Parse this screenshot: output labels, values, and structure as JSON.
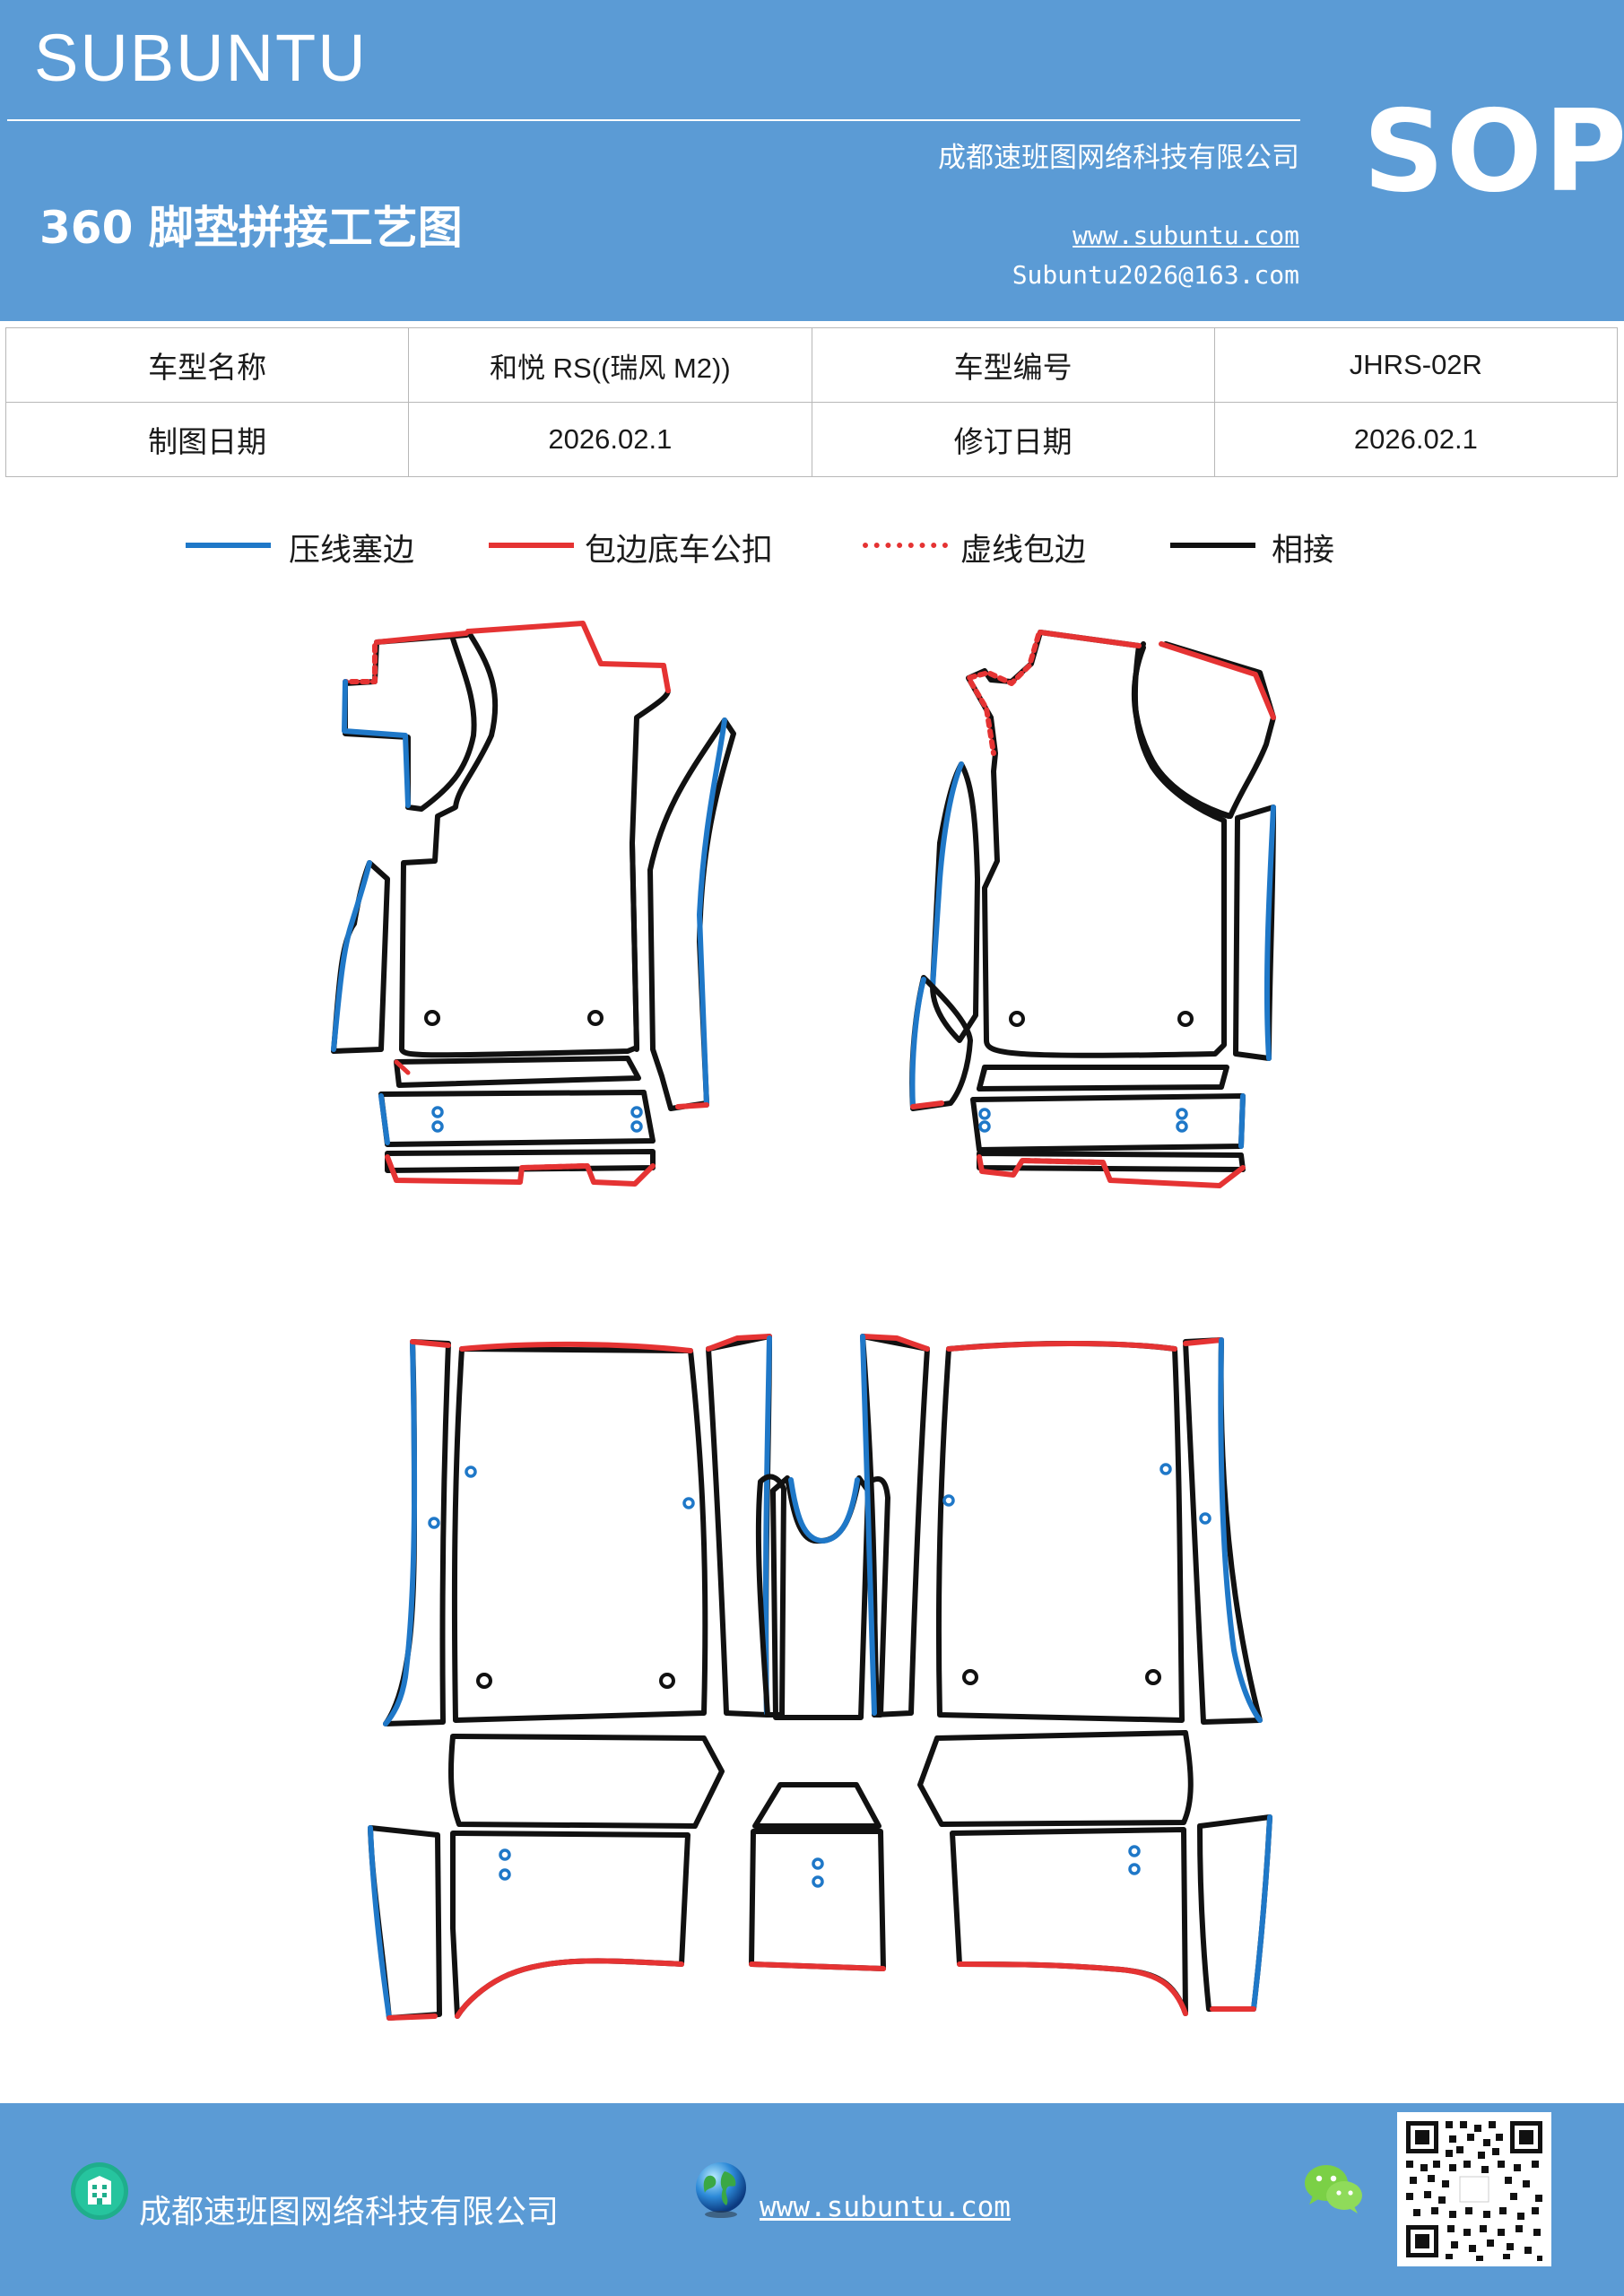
{
  "header": {
    "brand": "SUBUNTU",
    "company": "成都速班图网络科技有限公司",
    "title": "360 脚垫拼接工艺图",
    "website": "www.subuntu.com",
    "email": "Subuntu2026@163.com",
    "badge": "SOP"
  },
  "info_table": {
    "row1": {
      "label1": "车型名称",
      "value1": "和悦 RS((瑞风 M2))",
      "label2": "车型编号",
      "value2": "JHRS-02R"
    },
    "row2": {
      "label1": "制图日期",
      "value1": "2026.02.1",
      "label2": "修订日期",
      "value2": "2026.02.1"
    }
  },
  "legend": [
    {
      "label": "压线塞边",
      "color": "#1f78c8",
      "style": "solid"
    },
    {
      "label": "包边底车公扣",
      "color": "#e53333",
      "style": "solid"
    },
    {
      "label": "虚线包边",
      "color": "#e53333",
      "style": "dotted"
    },
    {
      "label": "相接",
      "color": "#111111",
      "style": "solid"
    }
  ],
  "colors": {
    "header_bg": "#5b9bd5",
    "blue_edge": "#1f78c8",
    "red_edge": "#e53333",
    "black_edge": "#111111"
  },
  "footer": {
    "company": "成都速班图网络科技有限公司",
    "website": "www.subuntu.com",
    "icons": [
      "building-icon",
      "globe-icon",
      "wechat-icon",
      "qr-code"
    ]
  }
}
